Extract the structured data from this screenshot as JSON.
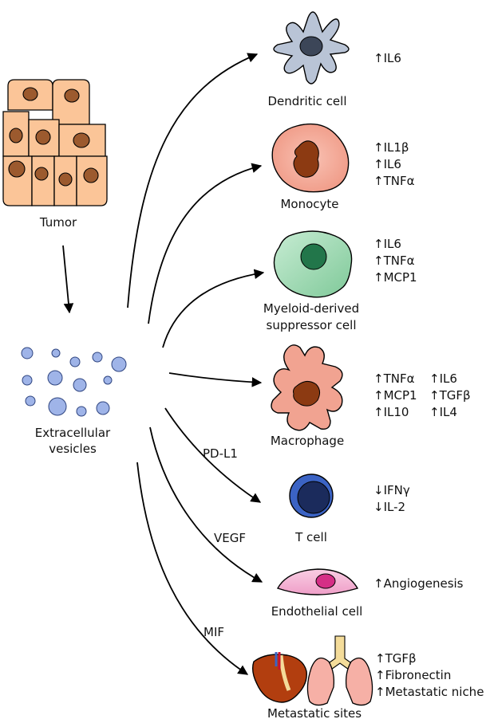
{
  "source": {
    "tumor_label": "Tumor",
    "ev_label_line1": "Extracellular",
    "ev_label_line2": "vesicles"
  },
  "edge_labels": {
    "pdl1": "PD-L1",
    "vegf": "VEGF",
    "mif": "MIF"
  },
  "targets": {
    "dendritic": {
      "label": "Dendritic cell",
      "markers": [
        "↑IL6"
      ]
    },
    "monocyte": {
      "label": "Monocyte",
      "markers": [
        "↑IL1β",
        "↑IL6",
        "↑TNFα"
      ]
    },
    "mdsc": {
      "label_line1": "Myeloid-derived",
      "label_line2": "suppressor cell",
      "markers": [
        "↑IL6",
        "↑TNFα",
        "↑MCP1"
      ]
    },
    "macrophage": {
      "label": "Macrophage",
      "markers_col1": [
        "↑TNFα",
        "↑MCP1",
        "↑IL10"
      ],
      "markers_col2": [
        "↑IL6",
        "↑TGFβ",
        "↑IL4"
      ]
    },
    "tcell": {
      "label": "T cell",
      "markers": [
        "↓IFNγ",
        "↓IL-2"
      ]
    },
    "endothelial": {
      "label": "Endothelial cell",
      "markers": [
        "↑Angiogenesis"
      ]
    },
    "metastatic": {
      "label": "Metastatic sites",
      "markers": [
        "↑TGFβ",
        "↑Fibronectin",
        "↑Metastatic niche"
      ]
    }
  },
  "colors": {
    "tumor_cell": "#fbc598",
    "tumor_nucleus": "#9c5a2e",
    "vesicle": "#9fb4e8",
    "dendritic_body": "#b9c4d6",
    "dendritic_nucleus": "#3c4658",
    "monocyte_body": "#f1a391",
    "monocyte_nucleus": "#8c3a12",
    "mdsc_body": "#9ed6b0",
    "mdsc_nucleus": "#22764a",
    "macrophage_body": "#f1a391",
    "tcell_outer": "#3b63c4",
    "tcell_inner": "#1b2b5c",
    "endothelial_body": "#f4b6d4",
    "endothelial_nucleus": "#d52f86",
    "liver": "#b23e0f",
    "lung": "#f6b0a6"
  }
}
